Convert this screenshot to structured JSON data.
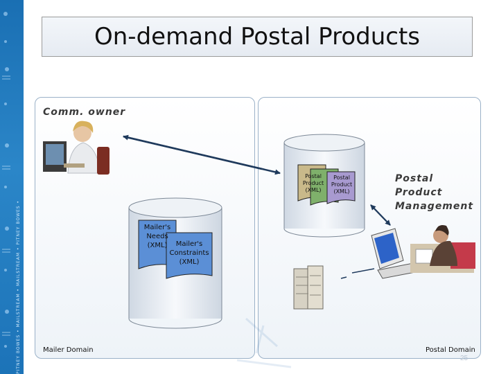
{
  "title": "On-demand Postal Products",
  "comm_owner": "Comm. owner",
  "postal_product_management": [
    "Postal",
    "Product",
    "Management"
  ],
  "mailer_domain": "Mailer Domain",
  "postal_domain": "Postal Domain",
  "page_number": "25",
  "mailer_needs_doc": [
    "Mailer's",
    "Needs",
    "(XML)"
  ],
  "mailer_constraints_doc": [
    "Mailer's",
    "Constraints",
    "(XML)"
  ],
  "postal_product_doc": [
    "Postal",
    "Product",
    "(XML)"
  ],
  "stripe_text": "PITNEY BOWES • MAILSTREAM • MAILSTREAM • PITNEY BOWES •",
  "colors": {
    "stripe": "#1a6fb3",
    "doc_blue": "#5b8fd6",
    "doc_green": "#7fb06b",
    "doc_tan": "#c9b98a",
    "doc_purple": "#a89ad0",
    "arrow": "#1f3a5c"
  }
}
